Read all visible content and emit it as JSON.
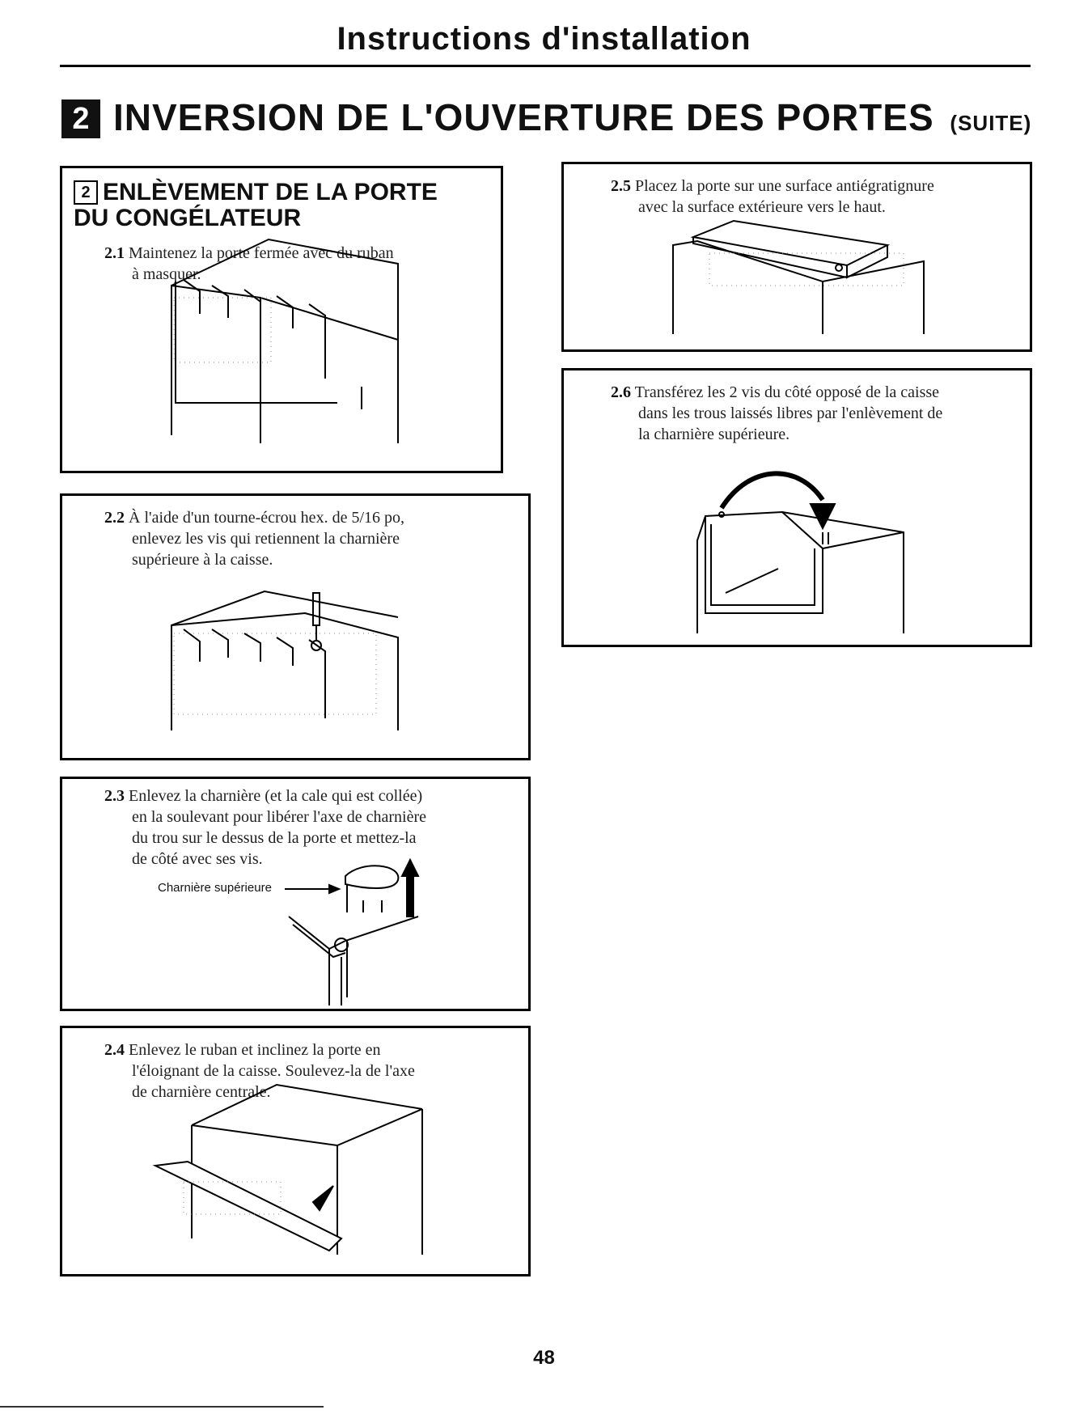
{
  "header": {
    "title": "Instructions d'installation"
  },
  "section": {
    "number": "2",
    "title": "INVERSION DE L'OUVERTURE DES PORTES",
    "suffix": "(SUITE)"
  },
  "subsection": {
    "number": "2",
    "title_line1": "ENLÈVEMENT DE LA PORTE",
    "title_line2": "DU CONGÉLATEUR"
  },
  "steps": {
    "s21": {
      "num": "2.1",
      "line1": "Maintenez la porte fermée avec du ruban",
      "line2": "à masquer."
    },
    "s22": {
      "num": "2.2",
      "line1": "À l'aide d'un tourne-écrou hex. de 5/16 po,",
      "line2": "enlevez les vis qui retiennent la charnière",
      "line3": "supérieure à la caisse."
    },
    "s23": {
      "num": "2.3",
      "line1": "Enlevez la charnière (et la cale qui est collée)",
      "line2": "en la soulevant pour libérer l'axe de charnière",
      "line3": "du trou sur le dessus de la porte et mettez-la",
      "line4": "de côté avec ses vis.",
      "callout": "Charnière supérieure"
    },
    "s24": {
      "num": "2.4",
      "line1": "Enlevez le ruban et inclinez la porte en",
      "line2": "l'éloignant de la caisse. Soulevez-la de l'axe",
      "line3": "de charnière centrale."
    },
    "s25": {
      "num": "2.5",
      "line1": "Placez la porte sur une surface antiégratignure",
      "line2": "avec la surface extérieure vers le haut."
    },
    "s26": {
      "num": "2.6",
      "line1": "Transférez les 2 vis du côté opposé de la caisse",
      "line2": "dans les trous laissés libres par l'enlèvement de",
      "line3": "la charnière supérieure."
    }
  },
  "footer": {
    "page_number": "48"
  }
}
